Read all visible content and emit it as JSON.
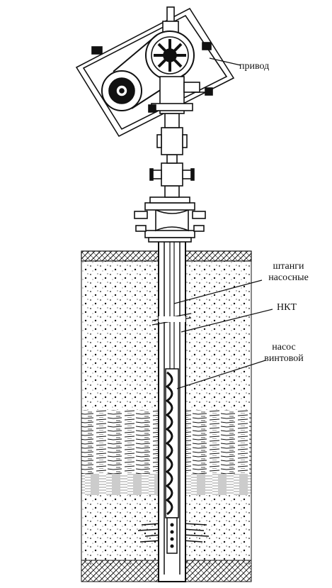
{
  "labels": {
    "drive": "привод",
    "rods": "штанги насосные",
    "tubing": "НКТ",
    "pump": "насос винтовой"
  },
  "colors": {
    "ink": "#111111",
    "ground_fill": "#f2f2f2"
  }
}
